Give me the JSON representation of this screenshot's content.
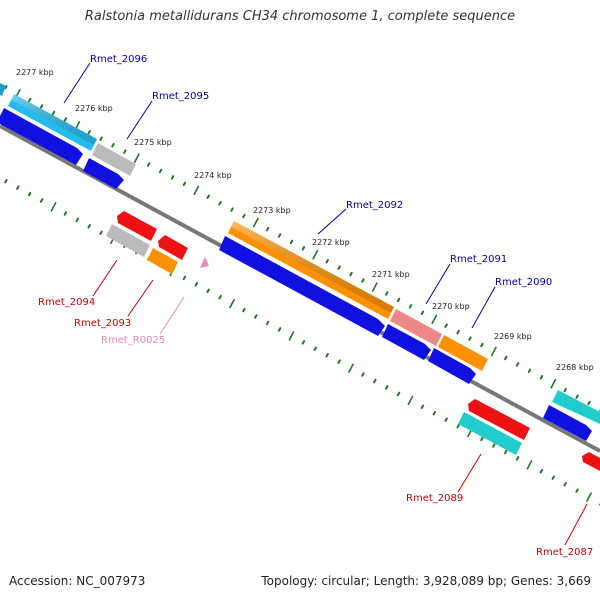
{
  "title": "Ralstonia metallidurans CH34 chromosome 1, complete sequence",
  "footer": {
    "accession": "Accession: NC_007973",
    "topology": "Topology: circular; Length: 3,928,089 bp; Genes: 3,669"
  },
  "colors": {
    "backbone": "#7a7a7a",
    "tick": "#1f7a1f",
    "cds_forward": "#1010e0",
    "cds_reverse": "#ee1111",
    "gene_orange": "#ff9100",
    "gene_cyan": "#22cccc",
    "gene_lightblue": "#22bbee",
    "gene_gray": "#bbbbbb",
    "gene_pink": "#ee8888",
    "rna_pink": "#ee88bb",
    "label_blue": "#0000aa",
    "label_red": "#cc0000",
    "label_pink": "#ee88bb"
  },
  "kbp_labels": [
    "2277 kbp",
    "2276 kbp",
    "2275 kbp",
    "2274 kbp",
    "2273 kbp",
    "2272 kbp",
    "2271 kbp",
    "2270 kbp",
    "2269 kbp",
    "2268 kbp"
  ],
  "gene_labels": {
    "rmet_2096": "Rmet_2096",
    "rmet_2095": "Rmet_2095",
    "rmet_2092": "Rmet_2092",
    "rmet_2091": "Rmet_2091",
    "rmet_2090": "Rmet_2090",
    "rmet_2094": "Rmet_2094",
    "rmet_2093": "Rmet_2093",
    "rmet_r0025": "Rmet_R0025",
    "rmet_2089": "Rmet_2089",
    "rmet_2087": "Rmet_2087"
  }
}
